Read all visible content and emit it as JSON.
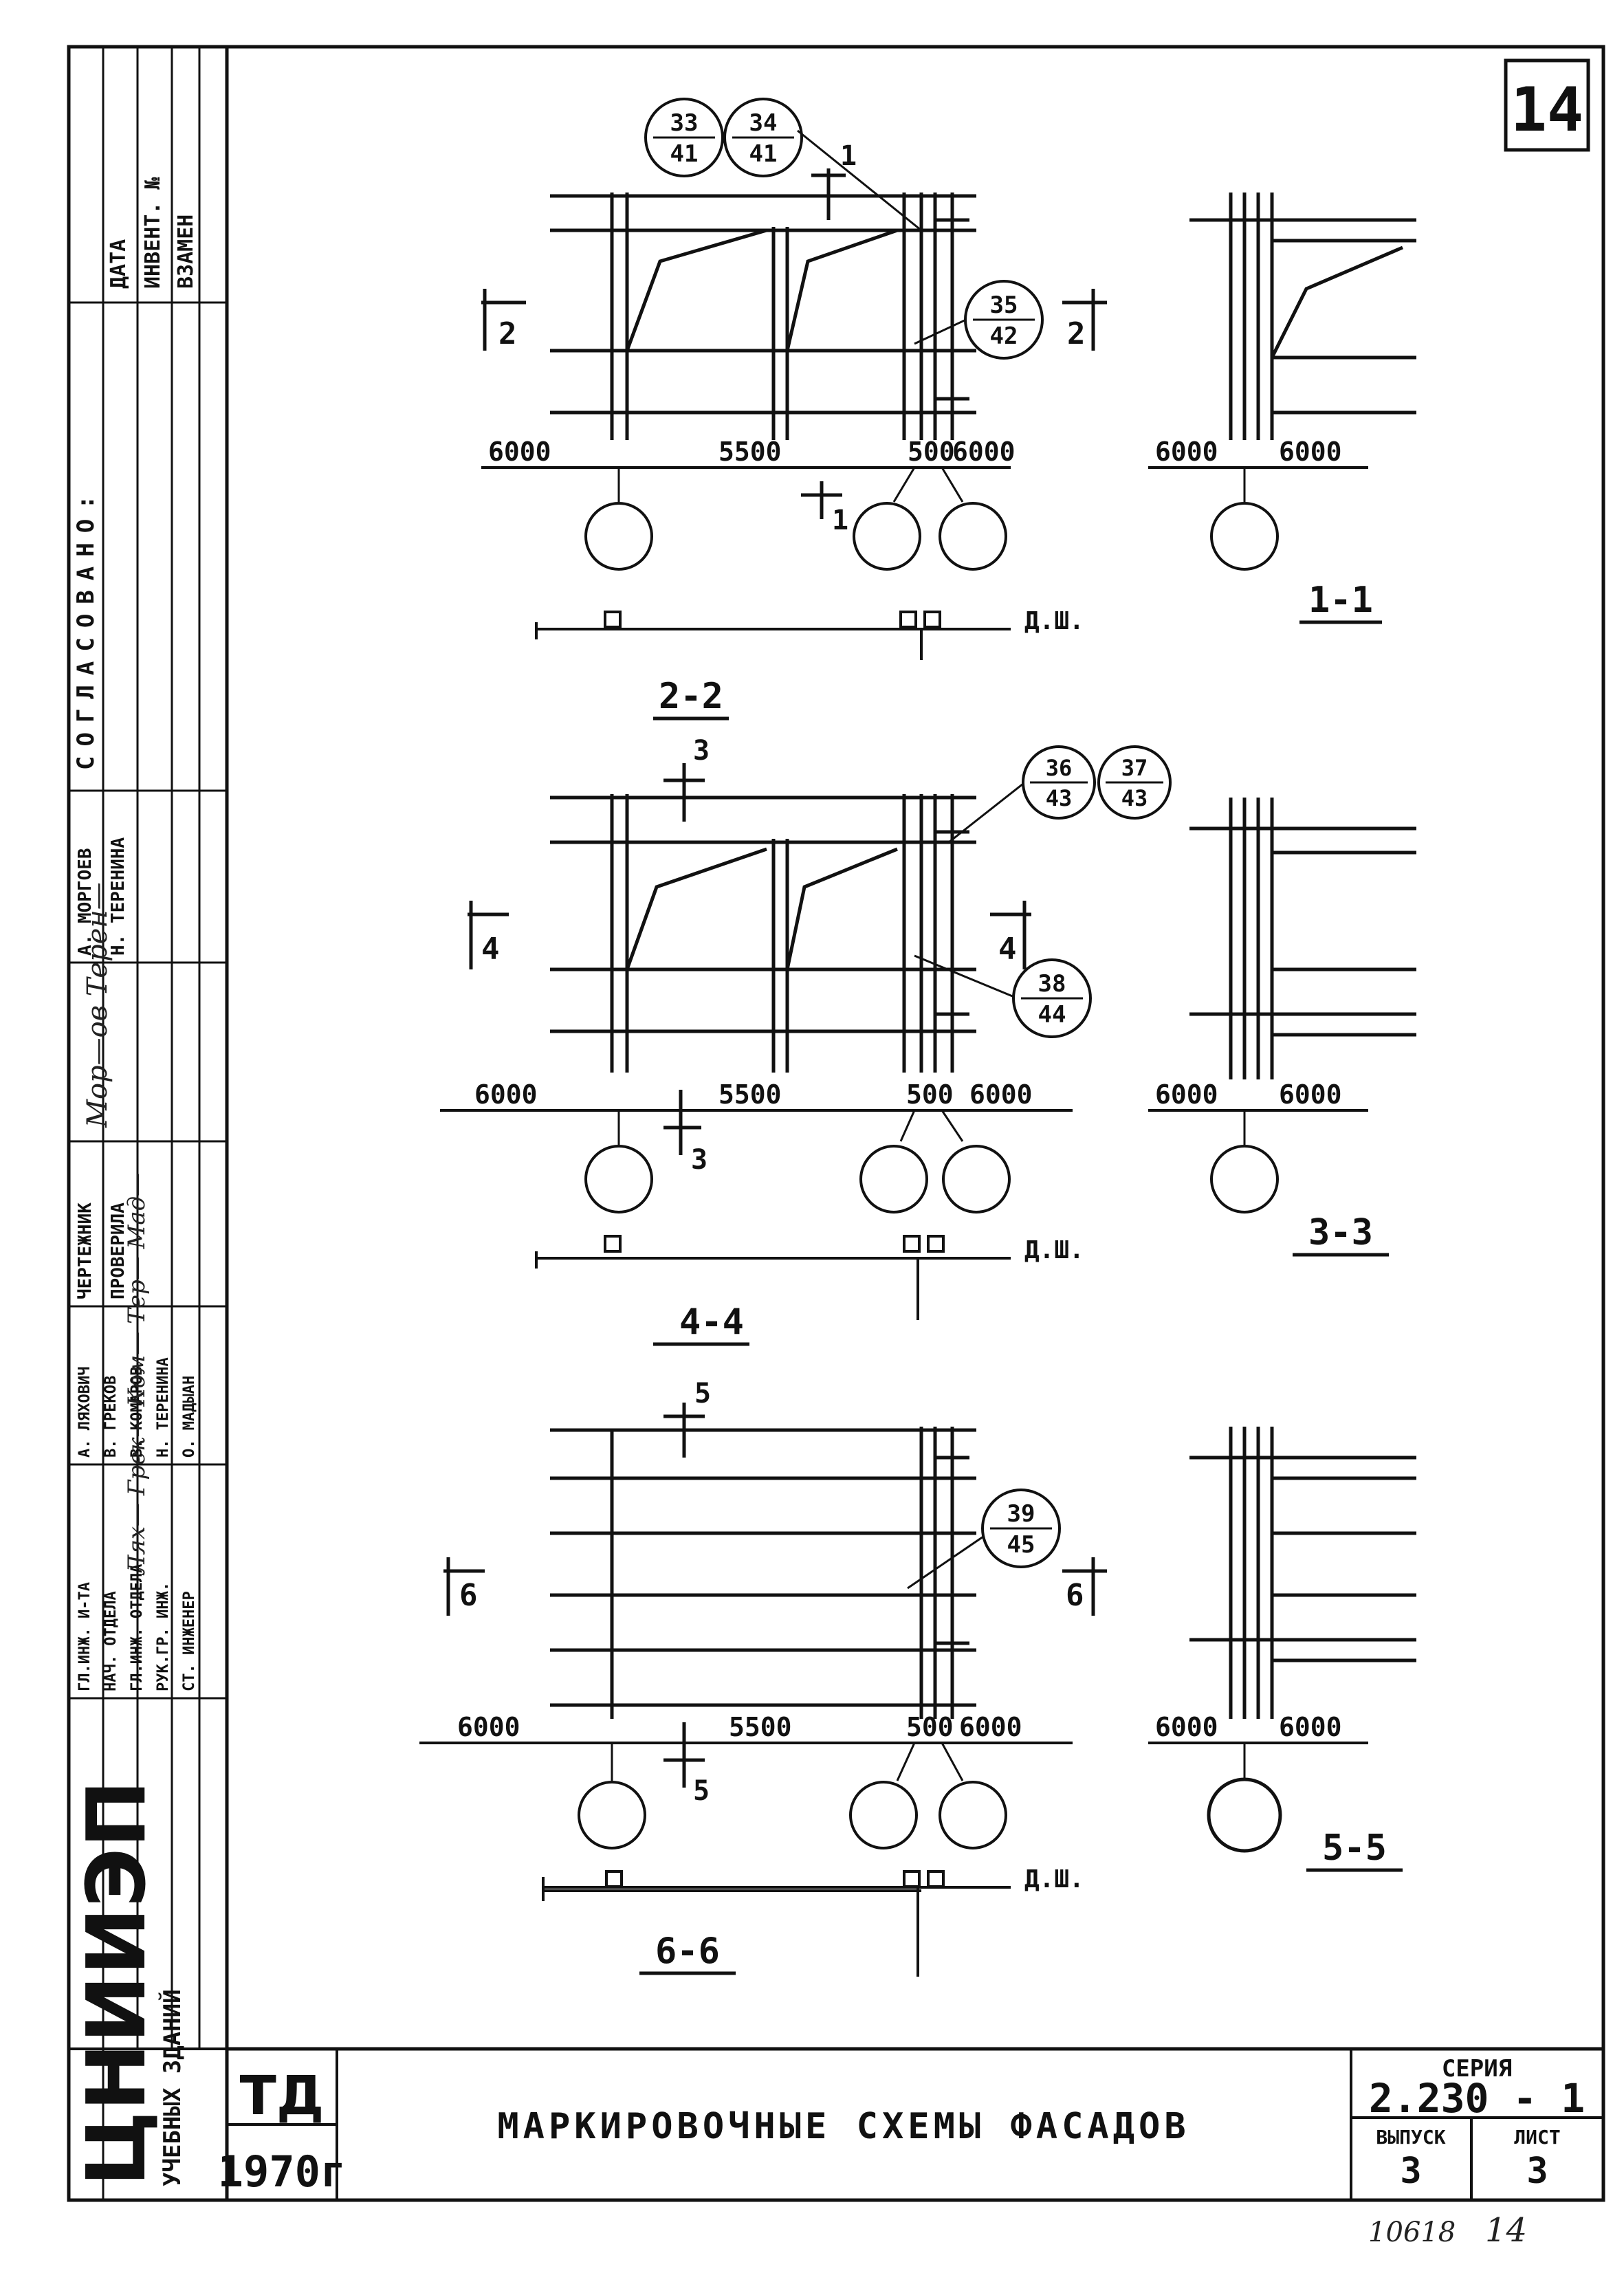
{
  "sheet_number": "14",
  "stamp": {
    "datа_label": "ДАТА",
    "inv_label": "ИНВЕНТ. №",
    "vzamen_label": "ВЗАМЕН",
    "soglasovano": "СОГЛАСОВАНО:",
    "org_main": "ЦНИИЭП",
    "org_sub": "УЧЕБНЫХ ЗДАНИЙ",
    "roles": [
      "ГЛ.ИНЖ. И-ТА",
      "НАЧ. ОТДЕЛА",
      "ГЛ.ИНЖ. ОТДЕЛА",
      "РУК.ГР. ИНЖ.",
      "СТ. ИНЖЕНЕР"
    ],
    "names": [
      "А. ЛЯХОВИЧ",
      "В. ГРЕКОВ",
      "В. КОМАРОВ",
      "Н. ТЕРЕНИНА",
      "О. МАДЫАН"
    ],
    "roles2": [
      "ЧЕРТЕЖНИК",
      "ПРОВЕРИЛА"
    ],
    "names2": [
      "А. МОРГОЕВ",
      "Н. ТЕРЕНИНА"
    ]
  },
  "title_block": {
    "td": "ТД",
    "year": "1970г",
    "title": "МАРКИРОВОЧНЫЕ СХЕМЫ ФАСАДОВ",
    "seria_label": "СЕРИЯ",
    "seria_value": "2.230 - 1",
    "vypusk_label": "ВЫПУСК",
    "vypusk_value": "3",
    "list_label": "ЛИСТ",
    "list_value": "3",
    "footer_num": "10618",
    "footer_sheet": "14"
  },
  "group1": {
    "callouts": [
      {
        "top": "33",
        "bottom": "41"
      },
      {
        "top": "34",
        "bottom": "41"
      },
      {
        "top": "35",
        "bottom": "42"
      }
    ],
    "dims": [
      "6000",
      "5500",
      "500",
      "6000"
    ],
    "side_dims": [
      "6000",
      "6000"
    ],
    "cut_marks": [
      "1",
      "2",
      "2",
      "1"
    ],
    "section_a": "2-2",
    "section_b": "1-1",
    "level": "Д.Ш."
  },
  "group2": {
    "callouts": [
      {
        "top": "36",
        "bottom": "43"
      },
      {
        "top": "37",
        "bottom": "43"
      },
      {
        "top": "38",
        "bottom": "44"
      }
    ],
    "dims": [
      "6000",
      "5500",
      "500",
      "6000"
    ],
    "side_dims": [
      "6000",
      "6000"
    ],
    "cut_marks": [
      "3",
      "4",
      "4",
      "3"
    ],
    "section_a": "4-4",
    "section_b": "3-3",
    "level": "Д.Ш."
  },
  "group3": {
    "callouts": [
      {
        "top": "39",
        "bottom": "45"
      }
    ],
    "dims": [
      "6000",
      "5500",
      "500",
      "6000"
    ],
    "side_dims": [
      "6000",
      "6000"
    ],
    "cut_marks": [
      "5",
      "6",
      "6",
      "5"
    ],
    "section_a": "6-6",
    "section_b": "5-5",
    "level": "Д.Ш."
  }
}
